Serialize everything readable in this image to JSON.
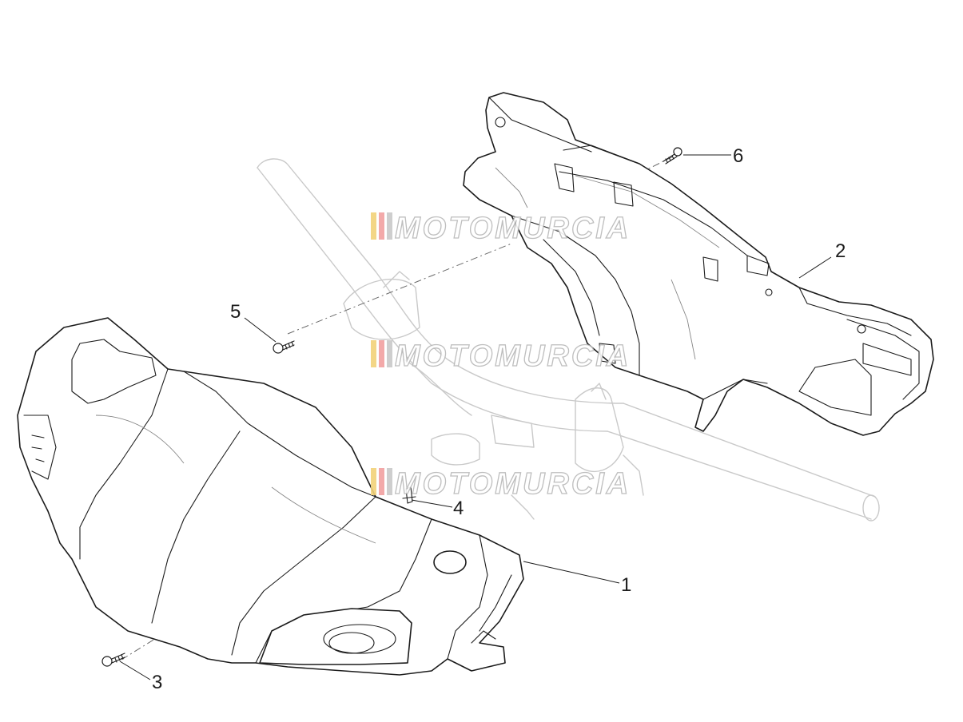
{
  "callouts": [
    {
      "id": "1",
      "label": "1"
    },
    {
      "id": "2",
      "label": "2"
    },
    {
      "id": "3",
      "label": "3"
    },
    {
      "id": "4",
      "label": "4"
    },
    {
      "id": "5",
      "label": "5"
    },
    {
      "id": "6",
      "label": "6"
    }
  ],
  "watermark": {
    "text": "MOTOMURCIA",
    "stripe_colors": [
      "#f2d27a",
      "#f2a0a0",
      "#c9c9c9"
    ]
  }
}
